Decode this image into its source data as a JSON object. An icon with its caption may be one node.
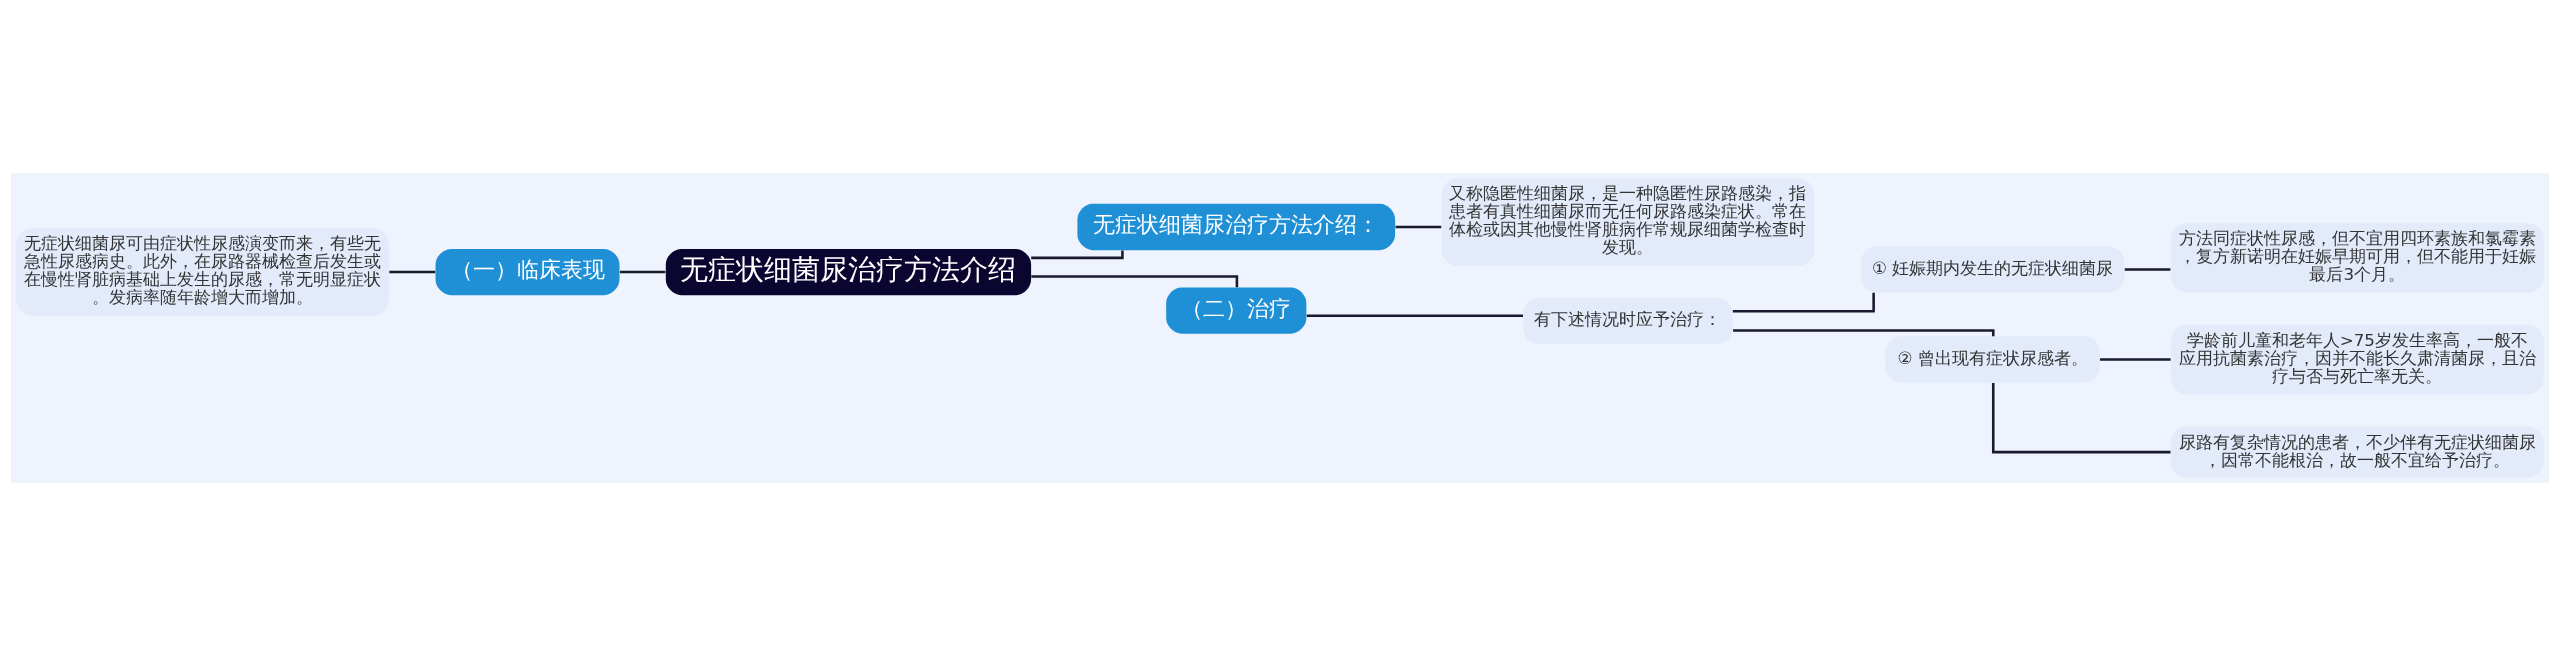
{
  "diagram": {
    "nodes": [
      {
        "text": [
          "无症状细菌尿治疗方法介绍"
        ]
      },
      {
        "text": [
          "（一）临床表现"
        ]
      },
      {
        "text": [
          "无症状细菌尿可由症状性尿感演变而来，有些无急性尿感病史。此外，在尿路器械检查后发生或在慢性肾脏病基础上发生的尿感，常无明显症状。发病率随年龄增大而增加。"
        ]
      },
      {
        "text": [
          "无症状细菌尿治疗方法介绍："
        ]
      },
      {
        "text": [
          "又称隐匿性细菌尿，是一种隐匿性尿路感染，指患者有真性细菌尿而无任何尿路感染症状。常在体检或因其他慢性肾脏病作常规尿细菌学检查时发现。"
        ]
      },
      {
        "text": [
          "（二）治疗"
        ]
      },
      {
        "text": [
          "有下述情况时应予治疗："
        ]
      },
      {
        "text": [
          "① 妊娠期内发生的无症状细菌尿"
        ]
      },
      {
        "text": [
          "方法同症状性尿感，但不宜用四环素族和氯霉素，复方新诺明在妊娠早期可用，但不能用于妊娠最后3个月。"
        ]
      },
      {
        "text": [
          "② 曾出现有症状尿感者。"
        ]
      },
      {
        "text": [
          "学龄前儿童和老年人>75岁发生率高，一般不应用抗菌素治疗，因并不能长久肃清菌尿，且治疗与否与死亡率无关。"
        ]
      },
      {
        "text": [
          "尿路有复杂情况的患者，不少伴有无症状细菌尿，因常不能根治，故一般不宜给予治疗。"
        ]
      }
    ],
    "edges": [
      {
        "from": 2,
        "to": 1,
        "arrow": "none"
      },
      {
        "from": 1,
        "to": 0,
        "arrow": "none"
      },
      {
        "from": 0,
        "to": 3,
        "arrow": "none"
      },
      {
        "from": 3,
        "to": 4,
        "arrow": "none"
      },
      {
        "from": 0,
        "to": 5,
        "arrow": "none"
      },
      {
        "from": 5,
        "to": 6,
        "arrow": "none"
      },
      {
        "from": 6,
        "to": 7,
        "arrow": "none"
      },
      {
        "from": 7,
        "to": 8,
        "arrow": "none"
      },
      {
        "from": 6,
        "to": 9,
        "arrow": "none"
      },
      {
        "from": 9,
        "to": 10,
        "arrow": "none"
      },
      {
        "from": 9,
        "to": 11,
        "arrow": "none"
      }
    ]
  }
}
